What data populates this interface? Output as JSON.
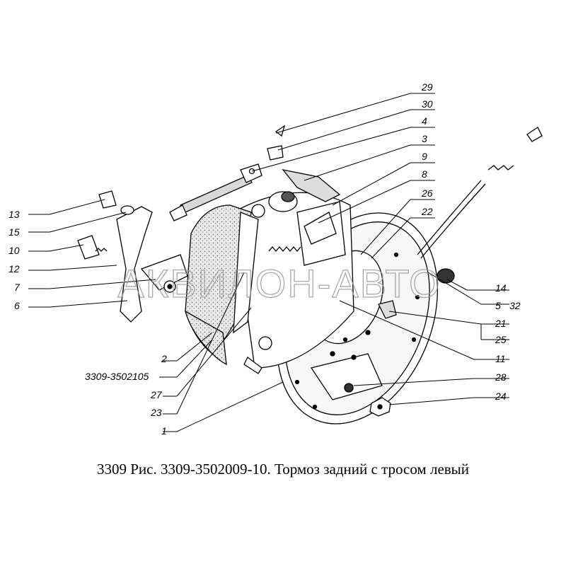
{
  "diagram": {
    "caption": "3309 Рис. 3309-3502009-10. Тормоз задний с тросом левый",
    "watermark": "АКВИЛОН-АВТО",
    "part_code": "3309-3502105",
    "callouts": {
      "c29": "29",
      "c30": "30",
      "c4": "4",
      "c3": "3",
      "c9": "9",
      "c8": "8",
      "c26": "26",
      "c22": "22",
      "c14": "14",
      "c5": "5",
      "c32": "32",
      "c21": "21",
      "c25": "25",
      "c11": "11",
      "c28": "28",
      "c24": "24",
      "c13": "13",
      "c15": "15",
      "c10": "10",
      "c12": "12",
      "c7": "7",
      "c6": "6",
      "c2": "2",
      "c27": "27",
      "c23": "23",
      "c1": "1"
    }
  }
}
